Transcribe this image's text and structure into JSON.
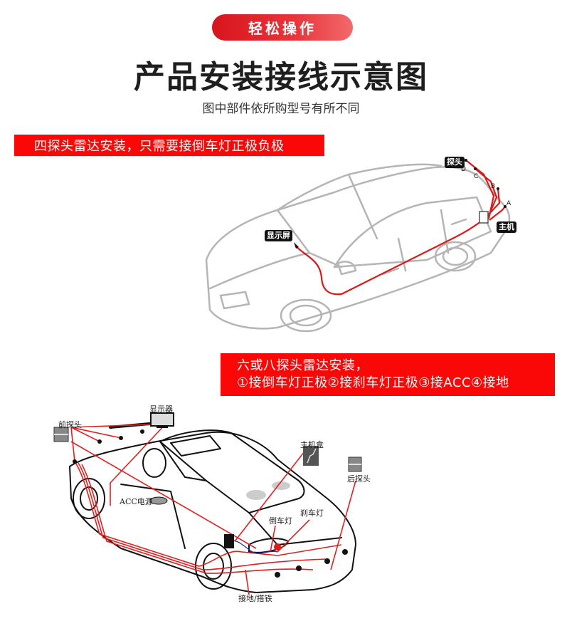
{
  "header": {
    "badge": "轻松操作",
    "title": "产品安装接线示意图",
    "subtitle": "图中部件依所购型号有所不同"
  },
  "section1": {
    "banner": "四探头雷达安装，只需要接倒车灯正极负极",
    "labels": {
      "display": "显示屏",
      "probe": "探头",
      "host": "主机",
      "points": [
        "A",
        "B",
        "C",
        "D"
      ]
    }
  },
  "section2": {
    "banner_line1": "六或八探头雷达安装，",
    "banner_line2": "①接倒车灯正极②接刹车灯正极③接ACC④接地",
    "labels": {
      "front_probe": "前探头",
      "display": "显示器",
      "acc": "ACC电源",
      "host_box": "主机盒",
      "rear_probe": "后探头",
      "reverse_light": "倒车灯",
      "brake_light": "刹车灯",
      "ground": "接地/搭铁"
    }
  },
  "colors": {
    "accent_red": "#fa0808",
    "pill_gradient_start": "#d8141c",
    "pill_gradient_end": "#f26a6c",
    "wire_red": "#d81a1a",
    "outline_gray": "#b0b0b0"
  }
}
